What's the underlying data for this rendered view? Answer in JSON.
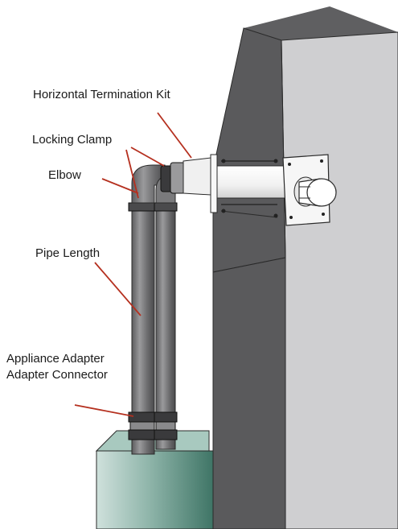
{
  "labels": {
    "horizontal_termination_kit": "Horizontal Termination Kit",
    "locking_clamp": "Locking Clamp",
    "elbow": "Elbow",
    "pipe_length": "Pipe Length",
    "appliance_adapter": "Appliance Adapter",
    "adapter_connector": "Adapter Connector"
  },
  "colors": {
    "leader_line": "#b5301f",
    "wall_front": "#cfcfd1",
    "wall_side": "#5a5a5c",
    "pipe": "#6e6e70",
    "appliance": "#5e8f80",
    "termination": "#f4f4f4"
  }
}
